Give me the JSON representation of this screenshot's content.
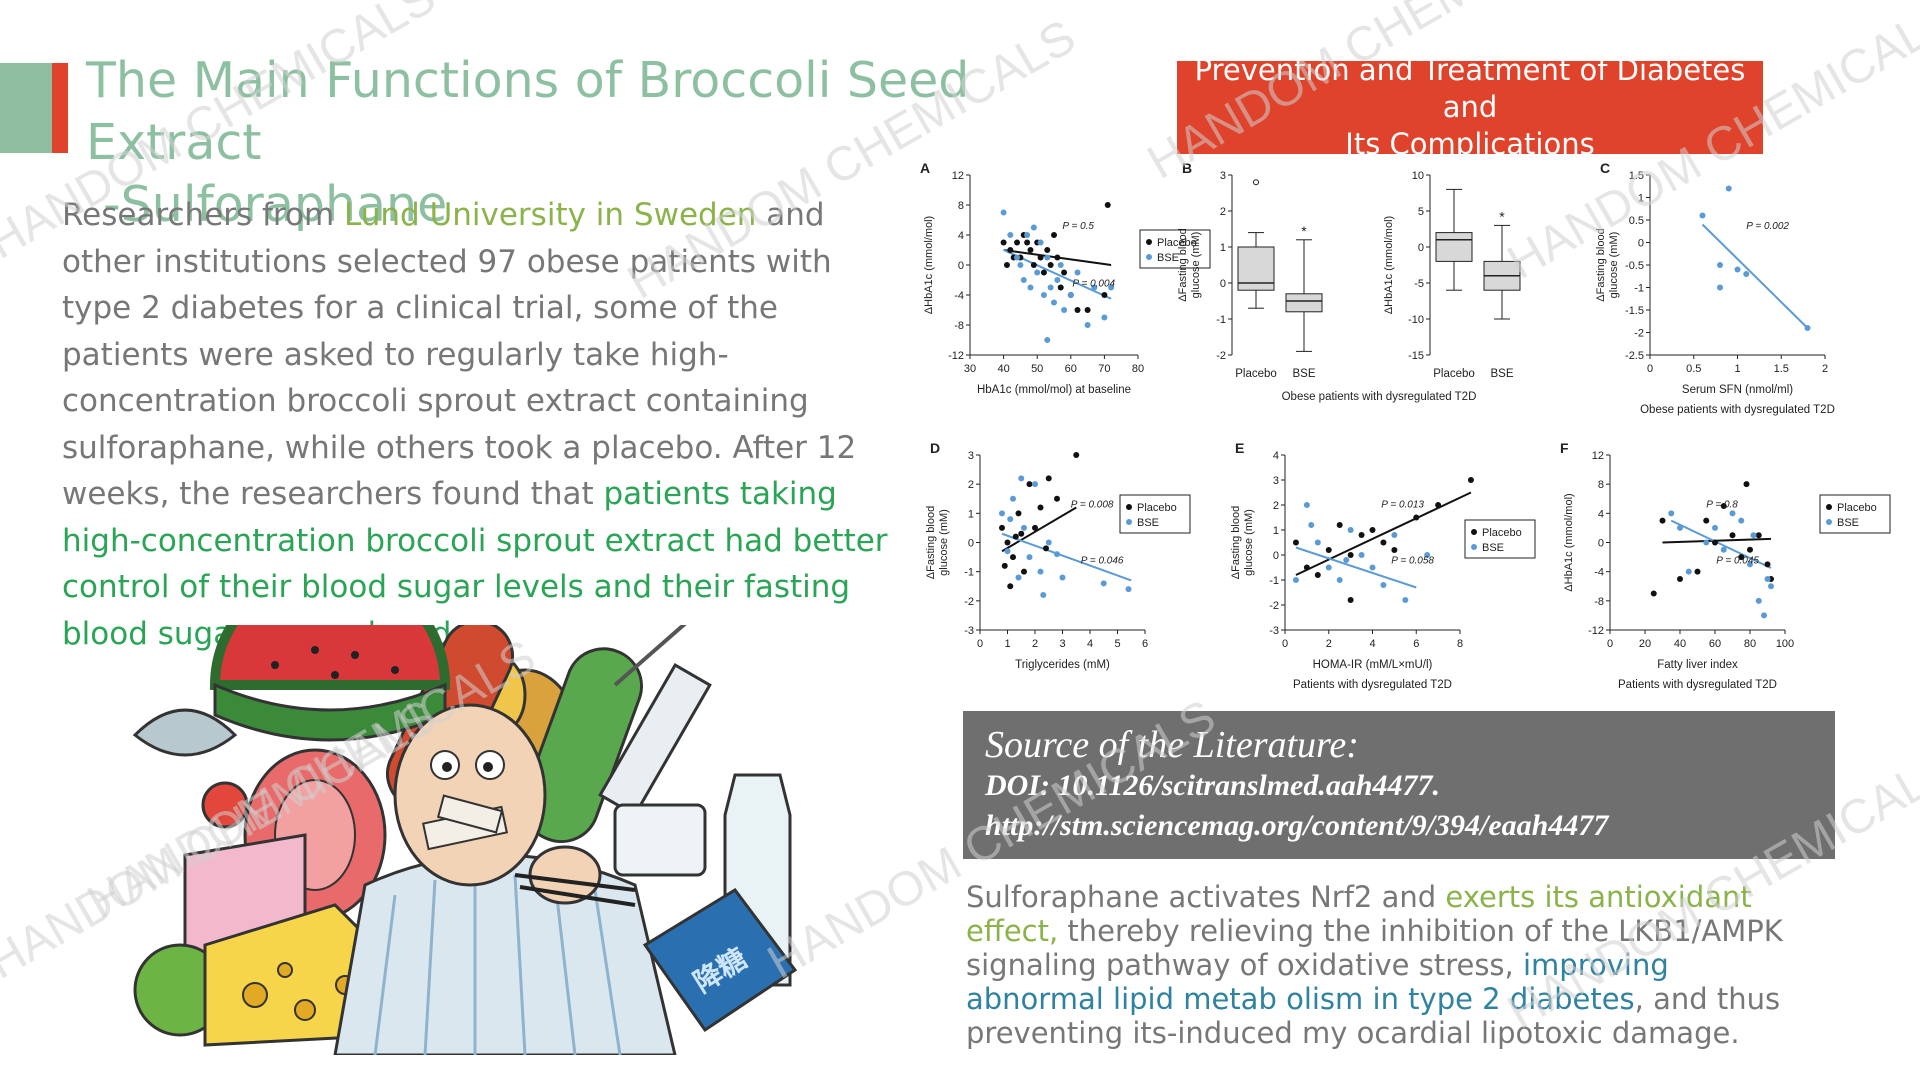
{
  "slide": {
    "title_line1": "The Main Functions of  Broccoli Seed Extract",
    "title_line2": "-Sulforaphane",
    "banner_line1": "Prevention and Treatment of Diabetes and",
    "banner_line2": "Its Complications",
    "watermark": "HANDOM CHEMICALS",
    "colors": {
      "title": "#8dc0a1",
      "accent_red": "#e0432b",
      "deco_green": "#8fbf9f",
      "highlight_green": "#2aa455",
      "highlight_olive": "#8ab34a",
      "highlight_blue": "#2f82a0",
      "body_gray": "#777777"
    }
  },
  "paragraph": {
    "t1": "Researchers from ",
    "hl1": "Lund University in Sweden",
    "t2": " and other institutions selected 97 obese patients with type 2 diabetes for a clinical trial, some of the patients were asked to regularly take high-concentration broccoli sprout extract containing sulforaphane, while others took a placebo. After 12 weeks, the researchers found that ",
    "hl2": "patients taking high-concentration broccoli sprout extract had better control of their blood sugar levels and their fasting blood sugar was reduced."
  },
  "illustration": {
    "icon": "diabetic-man-with-sweets-illustration-icon",
    "package_text": "降糖"
  },
  "source": {
    "heading": "Source of the Literature:",
    "doi": "DOI: 10.1126/scitranslmed.aah4477.",
    "url": "http://stm.sciencemag.org/content/9/394/eaah4477"
  },
  "paragraph2": {
    "t1": "Sulforaphane activates Nrf2 and ",
    "hl1": "exerts its antioxidant effect,",
    "t2": " thereby relieving the inhibition of the LKB1/AMPK signaling pathway of oxidative stress, ",
    "hl2": "improving abnormal lipid metab olism in type 2 diabetes",
    "t3": ", and thus preventing its-induced my ocardial lipotoxic damage."
  },
  "chart_data": [
    {
      "panel": "A",
      "type": "scatter",
      "xlabel": "HbA1c (mmol/mol) at baseline",
      "ylabel": "ΔHbA1c (mmol/mol)",
      "xlim": [
        30,
        80
      ],
      "ylim": [
        -12,
        12
      ],
      "xticks": [
        30,
        40,
        50,
        60,
        70,
        80
      ],
      "yticks": [
        -12,
        -8,
        -4,
        0,
        4,
        8,
        12
      ],
      "legend": [
        "Placebo",
        "BSE"
      ],
      "annotations": [
        "P = 0.5",
        "P = 0.004"
      ],
      "series": [
        {
          "name": "Placebo",
          "color": "#111111",
          "points": [
            [
              40,
              3
            ],
            [
              42,
              2
            ],
            [
              44,
              3
            ],
            [
              45,
              1
            ],
            [
              46,
              4
            ],
            [
              48,
              2
            ],
            [
              49,
              0
            ],
            [
              50,
              3
            ],
            [
              51,
              1
            ],
            [
              52,
              -1
            ],
            [
              53,
              2
            ],
            [
              54,
              0
            ],
            [
              56,
              1
            ],
            [
              57,
              -3
            ],
            [
              58,
              -1
            ],
            [
              60,
              -4
            ],
            [
              62,
              -6
            ],
            [
              65,
              -6
            ],
            [
              70,
              -4
            ],
            [
              71,
              8
            ],
            [
              47,
              3
            ],
            [
              43,
              1
            ],
            [
              55,
              4
            ],
            [
              41,
              0
            ]
          ]
        },
        {
          "name": "BSE",
          "color": "#5b9bd5",
          "points": [
            [
              40,
              7
            ],
            [
              42,
              4
            ],
            [
              44,
              1
            ],
            [
              45,
              0
            ],
            [
              46,
              -2
            ],
            [
              47,
              4
            ],
            [
              48,
              -3
            ],
            [
              49,
              5
            ],
            [
              50,
              -1
            ],
            [
              51,
              3
            ],
            [
              52,
              -4
            ],
            [
              53,
              1
            ],
            [
              54,
              -3
            ],
            [
              55,
              -5
            ],
            [
              56,
              -2
            ],
            [
              57,
              0
            ],
            [
              58,
              -6
            ],
            [
              60,
              -4
            ],
            [
              62,
              -1
            ],
            [
              65,
              -8
            ],
            [
              67,
              -3
            ],
            [
              70,
              -7
            ],
            [
              53,
              -10
            ],
            [
              72,
              -3
            ]
          ]
        }
      ],
      "fits": [
        {
          "series": "Placebo",
          "from": [
            40,
            2
          ],
          "to": [
            72,
            0
          ]
        },
        {
          "series": "BSE",
          "from": [
            40,
            2
          ],
          "to": [
            72,
            -4.5
          ]
        }
      ]
    },
    {
      "panel": "B1",
      "type": "box",
      "xlabel": "",
      "ylabel": "ΔFasting blood glucose (mM)",
      "ylim": [
        -2,
        3
      ],
      "yticks": [
        -2,
        -1,
        0,
        1,
        2,
        3
      ],
      "categories": [
        "Placebo",
        "BSE"
      ],
      "boxes": [
        {
          "min": -0.7,
          "q1": -0.2,
          "median": 0.0,
          "q3": 1.0,
          "max": 1.4,
          "outliers": [
            2.8
          ]
        },
        {
          "min": -1.9,
          "q1": -0.8,
          "median": -0.5,
          "q3": -0.3,
          "max": 1.2,
          "star": true
        }
      ]
    },
    {
      "panel": "B2",
      "type": "box",
      "xlabel": "",
      "ylabel": "ΔHbA1c (mmol/mol)",
      "ylim": [
        -15,
        10
      ],
      "yticks": [
        -15,
        -10,
        -5,
        0,
        5,
        10
      ],
      "categories": [
        "Placebo",
        "BSE"
      ],
      "boxes": [
        {
          "min": -6,
          "q1": -2,
          "median": 1,
          "q3": 2,
          "max": 8,
          "outliers": []
        },
        {
          "min": -10,
          "q1": -6,
          "median": -4,
          "q3": -2,
          "max": 3,
          "star": true
        }
      ]
    },
    {
      "caption": "Obese patients with dysregulated T2D"
    },
    {
      "panel": "C",
      "type": "scatter",
      "xlabel": "Serum SFN (nmol/ml)",
      "ylabel": "ΔFasting blood glucose (mM)",
      "xlim": [
        0,
        2
      ],
      "ylim": [
        -2.5,
        1.5
      ],
      "xticks": [
        0,
        0.5,
        1,
        1.5,
        2
      ],
      "yticks": [
        -2.5,
        -2,
        -1.5,
        -1,
        -0.5,
        0,
        0.5,
        1,
        1.5
      ],
      "annotations": [
        "P = 0.002"
      ],
      "caption": "Obese patients with dysregulated T2D",
      "series": [
        {
          "name": "",
          "color": "#5b9bd5",
          "points": [
            [
              0.6,
              0.6
            ],
            [
              0.9,
              1.2
            ],
            [
              0.8,
              -0.5
            ],
            [
              1.0,
              -0.6
            ],
            [
              1.1,
              -0.7
            ],
            [
              0.8,
              -1.0
            ],
            [
              1.8,
              -1.9
            ]
          ]
        }
      ],
      "fits": [
        {
          "from": [
            0.6,
            0.4
          ],
          "to": [
            1.8,
            -1.9
          ]
        }
      ]
    },
    {
      "panel": "D",
      "type": "scatter",
      "xlabel": "Triglycerides (mM)",
      "ylabel": "ΔFasting blood glucose (mM)",
      "xlim": [
        0,
        6
      ],
      "ylim": [
        -3,
        3
      ],
      "xticks": [
        0,
        1,
        2,
        3,
        4,
        5,
        6
      ],
      "yticks": [
        -3,
        -2,
        -1,
        0,
        1,
        2,
        3
      ],
      "legend": [
        "Placebo",
        "BSE"
      ],
      "annotations": [
        "P = 0.008",
        "P = 0.046"
      ],
      "series": [
        {
          "name": "Placebo",
          "color": "#111111",
          "points": [
            [
              0.8,
              0.5
            ],
            [
              1,
              0
            ],
            [
              1.2,
              -0.5
            ],
            [
              1.4,
              1
            ],
            [
              1.5,
              0.3
            ],
            [
              1.6,
              -1
            ],
            [
              1.8,
              2
            ],
            [
              2,
              0.5
            ],
            [
              2.2,
              1.2
            ],
            [
              2.5,
              2.2
            ],
            [
              2.8,
              1.5
            ],
            [
              3.5,
              3
            ],
            [
              1.1,
              -1.5
            ],
            [
              1.3,
              0.2
            ],
            [
              0.9,
              -0.8
            ],
            [
              2.4,
              -0.2
            ]
          ]
        },
        {
          "name": "BSE",
          "color": "#5b9bd5",
          "points": [
            [
              0.8,
              1
            ],
            [
              1,
              -0.3
            ],
            [
              1.2,
              1.5
            ],
            [
              1.4,
              -1.2
            ],
            [
              1.6,
              0.5
            ],
            [
              1.8,
              -0.5
            ],
            [
              2,
              2
            ],
            [
              2.2,
              -1
            ],
            [
              2.5,
              0
            ],
            [
              2.8,
              -0.4
            ],
            [
              3,
              -1.2
            ],
            [
              4.5,
              -1.4
            ],
            [
              5.4,
              -1.6
            ],
            [
              1.5,
              2.2
            ],
            [
              1.1,
              0.8
            ],
            [
              2.3,
              -1.8
            ]
          ]
        }
      ],
      "fits": [
        {
          "series": "Placebo",
          "from": [
            0.8,
            -0.3
          ],
          "to": [
            3.5,
            1.2
          ]
        },
        {
          "series": "BSE",
          "from": [
            0.8,
            0.3
          ],
          "to": [
            5.5,
            -1.3
          ]
        }
      ]
    },
    {
      "panel": "E",
      "type": "scatter",
      "xlabel": "HOMA-IR (mM/L×mU/l)",
      "ylabel": "ΔFasting blood glucose (mM)",
      "xlim": [
        0,
        8
      ],
      "ylim": [
        -3,
        4
      ],
      "xticks": [
        0,
        2,
        4,
        6,
        8
      ],
      "yticks": [
        -3,
        -2,
        -1,
        0,
        1,
        2,
        3,
        4
      ],
      "legend": [
        "Placebo",
        "BSE"
      ],
      "annotations": [
        "P = 0.013",
        "P = 0.058"
      ],
      "caption": "Patients with dysregulated T2D",
      "series": [
        {
          "name": "Placebo",
          "color": "#111111",
          "points": [
            [
              0.5,
              0.5
            ],
            [
              1,
              -0.5
            ],
            [
              1.5,
              -0.8
            ],
            [
              2,
              0.2
            ],
            [
              2.5,
              1.2
            ],
            [
              3,
              0
            ],
            [
              3.5,
              0.8
            ],
            [
              4,
              1
            ],
            [
              4.5,
              0.5
            ],
            [
              5,
              0.2
            ],
            [
              6,
              1.5
            ],
            [
              7,
              2
            ],
            [
              8.5,
              3
            ],
            [
              3,
              -1.8
            ]
          ]
        },
        {
          "name": "BSE",
          "color": "#5b9bd5",
          "points": [
            [
              0.5,
              -1
            ],
            [
              1,
              2
            ],
            [
              1.5,
              0.5
            ],
            [
              2,
              -0.5
            ],
            [
              2.5,
              -1
            ],
            [
              3,
              1
            ],
            [
              3.5,
              0
            ],
            [
              4,
              -0.5
            ],
            [
              4.5,
              -1.2
            ],
            [
              5,
              0.8
            ],
            [
              5.5,
              -1.8
            ],
            [
              6.5,
              0
            ],
            [
              1.2,
              1.2
            ],
            [
              2.8,
              -0.2
            ]
          ]
        }
      ],
      "fits": [
        {
          "series": "Placebo",
          "from": [
            0.5,
            -0.8
          ],
          "to": [
            8.5,
            2.5
          ]
        },
        {
          "series": "BSE",
          "from": [
            0.5,
            0.3
          ],
          "to": [
            6,
            -1.3
          ]
        }
      ]
    },
    {
      "panel": "F",
      "type": "scatter",
      "xlabel": "Fatty liver index",
      "ylabel": "ΔHbA1c (mmol/mol)",
      "xlim": [
        0,
        100
      ],
      "ylim": [
        -12,
        12
      ],
      "xticks": [
        0,
        20,
        40,
        60,
        80,
        100
      ],
      "yticks": [
        -12,
        -8,
        -4,
        0,
        4,
        8,
        12
      ],
      "legend": [
        "Placebo",
        "BSE"
      ],
      "annotations": [
        "P = 0.8",
        "P = 0.045"
      ],
      "caption": "Patients with dysregulated T2D",
      "series": [
        {
          "name": "Placebo",
          "color": "#111111",
          "points": [
            [
              25,
              -7
            ],
            [
              30,
              3
            ],
            [
              40,
              -5
            ],
            [
              50,
              -4
            ],
            [
              55,
              3
            ],
            [
              60,
              0
            ],
            [
              65,
              5
            ],
            [
              70,
              1
            ],
            [
              75,
              -2
            ],
            [
              80,
              -1
            ],
            [
              85,
              1
            ],
            [
              90,
              -3
            ],
            [
              92,
              -5
            ],
            [
              78,
              8
            ]
          ]
        },
        {
          "name": "BSE",
          "color": "#5b9bd5",
          "points": [
            [
              35,
              4
            ],
            [
              40,
              2
            ],
            [
              45,
              -4
            ],
            [
              55,
              0
            ],
            [
              60,
              2
            ],
            [
              65,
              -1
            ],
            [
              70,
              4
            ],
            [
              75,
              3
            ],
            [
              80,
              -3
            ],
            [
              85,
              -8
            ],
            [
              88,
              -10
            ],
            [
              90,
              -5
            ],
            [
              92,
              -6
            ],
            [
              82,
              1
            ]
          ]
        }
      ],
      "fits": [
        {
          "series": "Placebo",
          "from": [
            30,
            0
          ],
          "to": [
            92,
            0.5
          ]
        },
        {
          "series": "BSE",
          "from": [
            35,
            3
          ],
          "to": [
            92,
            -3.5
          ]
        }
      ]
    }
  ]
}
